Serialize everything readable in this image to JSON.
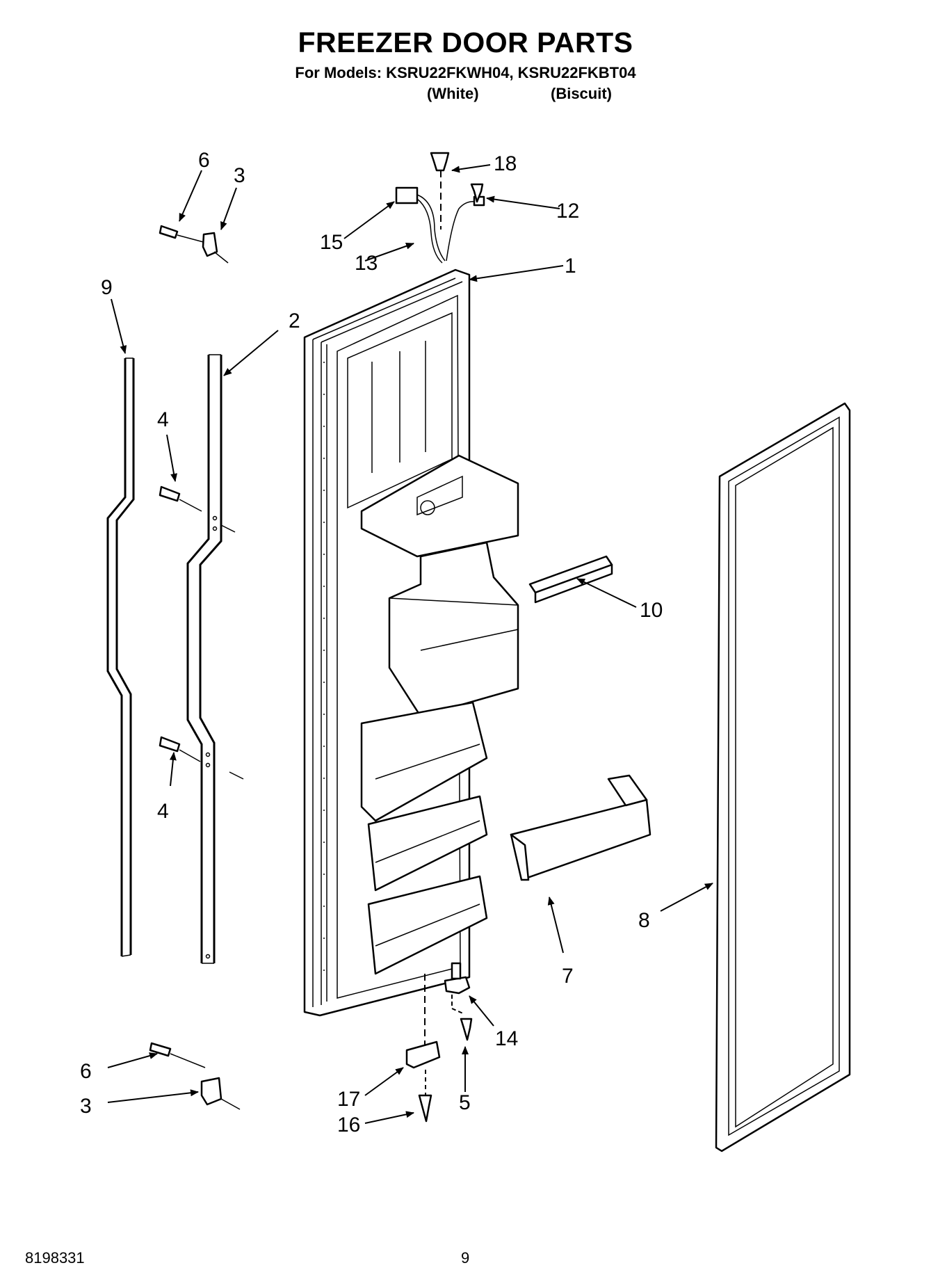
{
  "title": "FREEZER DOOR PARTS",
  "models_line": "For Models: KSRU22FKWH04, KSRU22FKBT04",
  "variants": [
    "(White)",
    "(Biscuit)"
  ],
  "callouts": [
    "18",
    "12",
    "15",
    "13",
    "1",
    "6",
    "3",
    "9",
    "2",
    "4",
    "10",
    "4",
    "8",
    "7",
    "14",
    "6",
    "3",
    "17",
    "5",
    "16"
  ],
  "footer": {
    "doc_number": "8198331",
    "page_number": "9"
  }
}
